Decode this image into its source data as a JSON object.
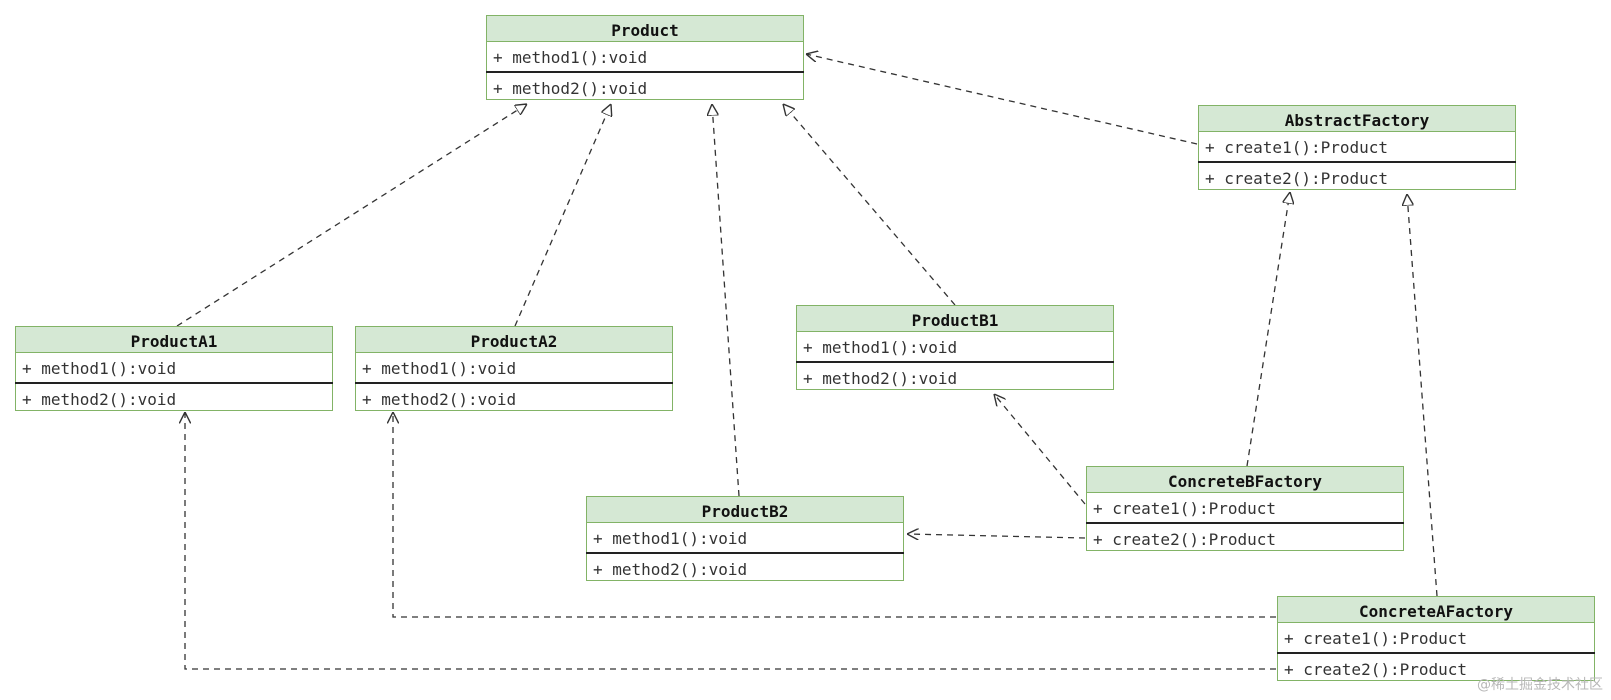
{
  "classes": {
    "product": {
      "name": "Product",
      "members": [
        "+ method1():void",
        "+ method2():void"
      ]
    },
    "abstract": {
      "name": "AbstractFactory",
      "members": [
        "+ create1():Product",
        "+ create2():Product"
      ]
    },
    "a1": {
      "name": "ProductA1",
      "members": [
        "+ method1():void",
        "+ method2():void"
      ]
    },
    "a2": {
      "name": "ProductA2",
      "members": [
        "+ method1():void",
        "+ method2():void"
      ]
    },
    "b1": {
      "name": "ProductB1",
      "members": [
        "+ method1():void",
        "+ method2():void"
      ]
    },
    "b2": {
      "name": "ProductB2",
      "members": [
        "+ method1():void",
        "+ method2():void"
      ]
    },
    "cbf": {
      "name": "ConcreteBFactory",
      "members": [
        "+ create1():Product",
        "+ create2():Product"
      ]
    },
    "caf": {
      "name": "ConcreteAFactory",
      "members": [
        "+ create1():Product",
        "+ create2():Product"
      ]
    }
  },
  "relations": [
    {
      "from": "ProductA1",
      "to": "Product",
      "kind": "realization"
    },
    {
      "from": "ProductA2",
      "to": "Product",
      "kind": "realization"
    },
    {
      "from": "ProductB2",
      "to": "Product",
      "kind": "realization"
    },
    {
      "from": "ProductB1",
      "to": "Product",
      "kind": "realization"
    },
    {
      "from": "ConcreteBFactory",
      "to": "AbstractFactory",
      "kind": "realization"
    },
    {
      "from": "ConcreteAFactory",
      "to": "AbstractFactory",
      "kind": "realization"
    },
    {
      "from": "AbstractFactory",
      "to": "Product",
      "kind": "dependency"
    },
    {
      "from": "ConcreteBFactory",
      "to": "ProductB1",
      "kind": "dependency"
    },
    {
      "from": "ConcreteBFactory",
      "to": "ProductB2",
      "kind": "dependency"
    },
    {
      "from": "ConcreteAFactory",
      "to": "ProductA2",
      "kind": "dependency"
    },
    {
      "from": "ConcreteAFactory",
      "to": "ProductA1",
      "kind": "dependency"
    }
  ],
  "colors": {
    "header_fill": "#d5e8d4",
    "border": "#82b366",
    "line": "#333333"
  },
  "watermark": "@稀土掘金技术社区"
}
